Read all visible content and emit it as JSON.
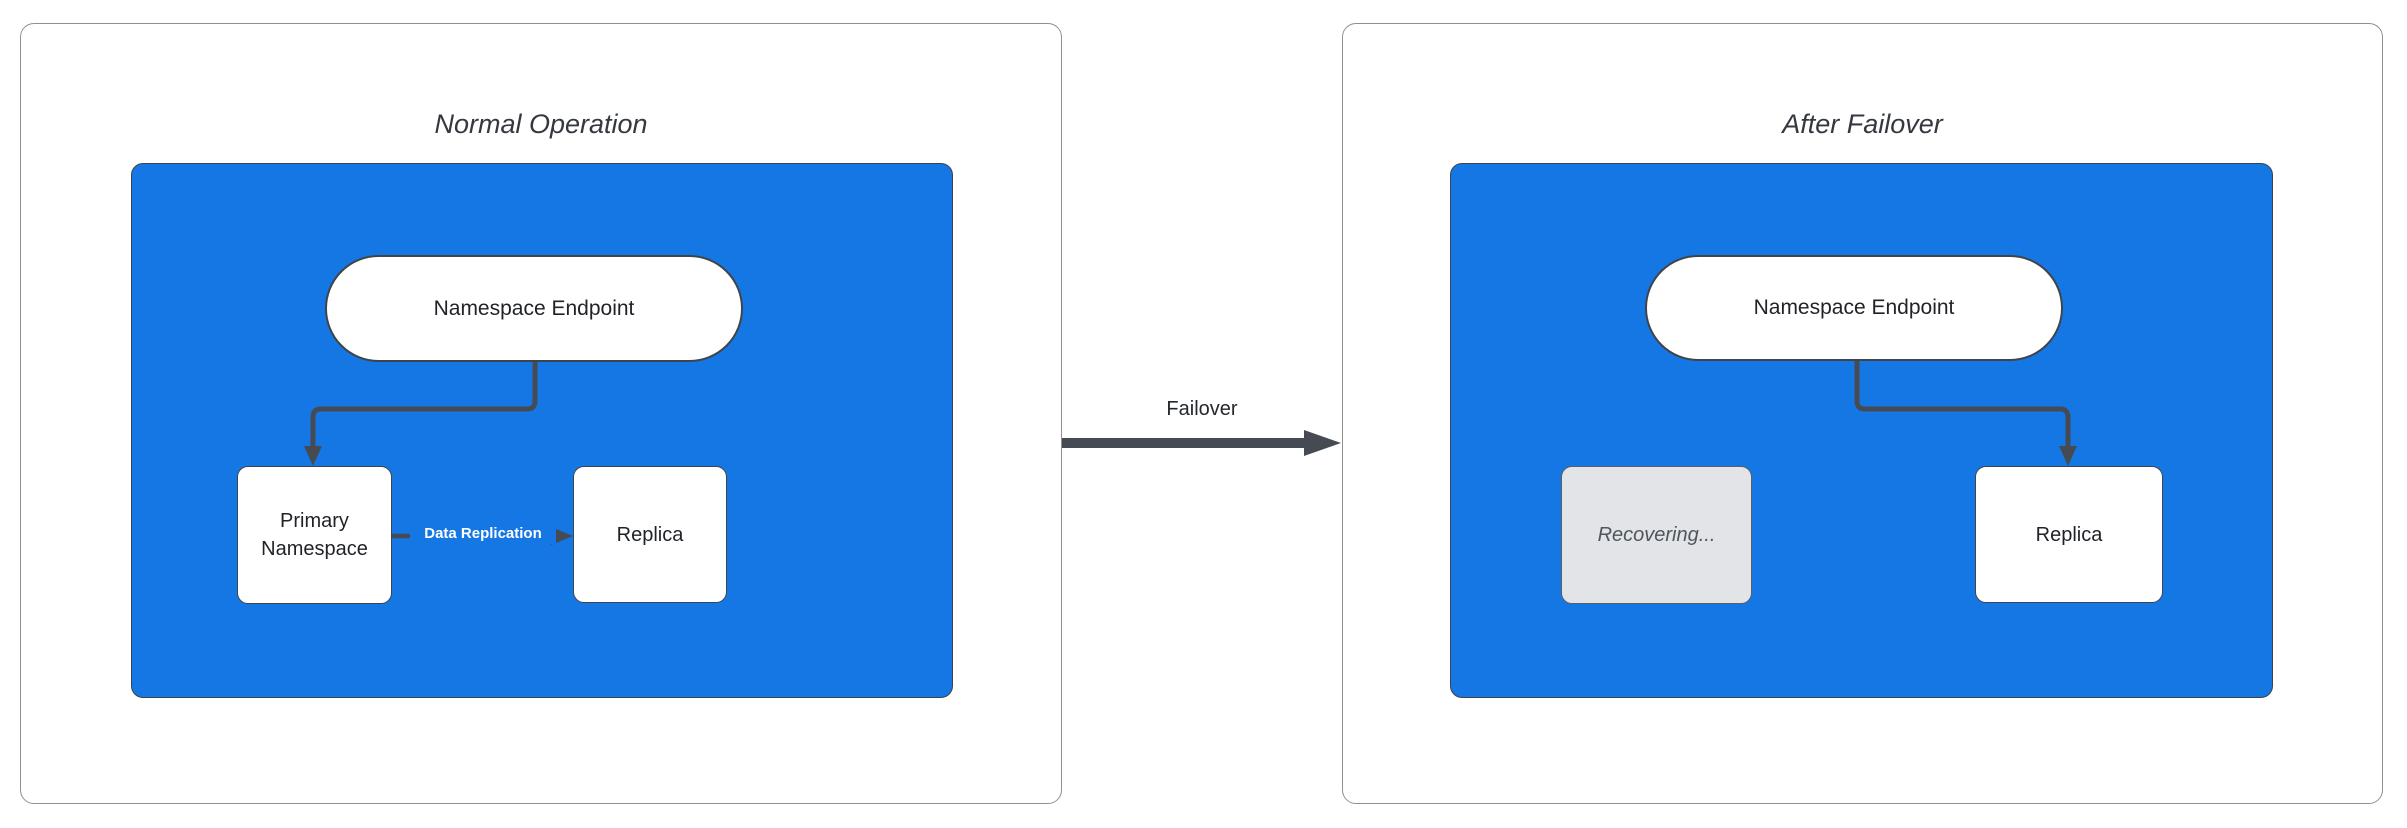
{
  "diagram": {
    "failover_label": "Failover",
    "colors": {
      "container_blue": "#1577E3",
      "connector_dark": "#464B53",
      "panel_border": "#8F9093",
      "node_fill": "#FFFFFF",
      "node_border": "#3F444B",
      "recovering_fill": "#E2E4E7",
      "recovering_text": "#50565E",
      "edge_label_text": "#FFFFFF"
    },
    "panels": [
      {
        "title": "Normal Operation",
        "endpoint_label": "Namespace Endpoint",
        "primary_label": "Primary Namespace",
        "replica_label": "Replica",
        "replication_edge_label": "Data Replication"
      },
      {
        "title": "After Failover",
        "endpoint_label": "Namespace Endpoint",
        "recovering_label": "Recovering...",
        "replica_label": "Replica"
      }
    ]
  }
}
